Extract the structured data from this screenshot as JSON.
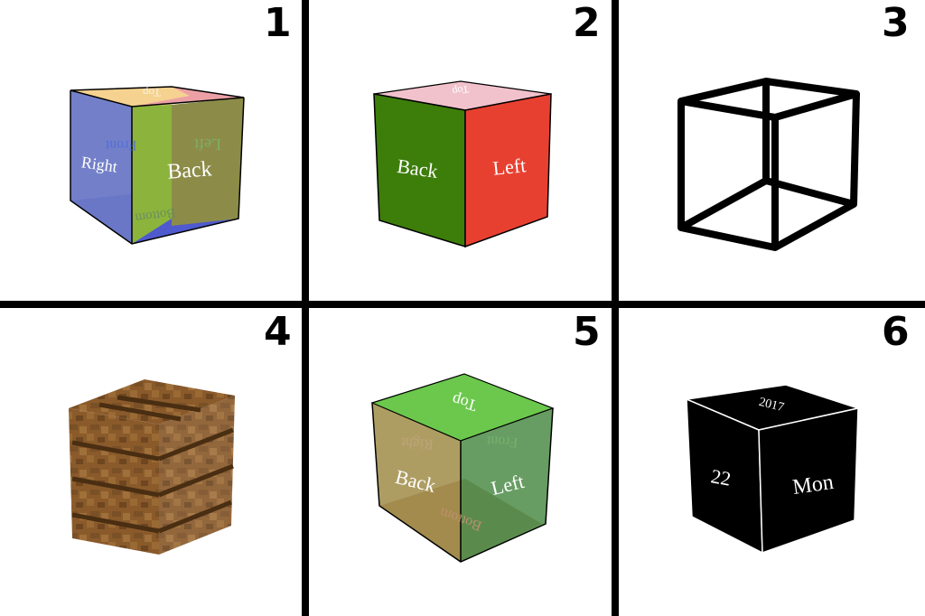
{
  "panels": [
    {
      "number": "1",
      "faces": {
        "top": "Top",
        "front": "Front",
        "right": "Right",
        "left": "Left",
        "back": "Back",
        "bottom": "Bottom"
      },
      "colors": {
        "top": "#f5d28f",
        "top_right": "#eca0a6",
        "right_face": "#6c79c6",
        "back_left": "#8cb43c",
        "back_right": "#8c8c48",
        "bottom": "#3c48c8"
      }
    },
    {
      "number": "2",
      "faces": {
        "top": "Top",
        "back": "Back",
        "left": "Left"
      },
      "colors": {
        "top": "#f2c2cc",
        "back": "#3d7d0a",
        "left": "#e84030"
      }
    },
    {
      "number": "3",
      "colors": {
        "edges": "#000000"
      }
    },
    {
      "number": "4",
      "colors": {
        "wood_light": "#8a5a2b",
        "wood_dark": "#5a3a1a"
      }
    },
    {
      "number": "5",
      "faces": {
        "top": "Top",
        "back": "Back",
        "left": "Left",
        "right": "Right",
        "front": "Front",
        "bottom": "Bottom"
      },
      "colors": {
        "top": "#6cc84c",
        "back": "#a08c48",
        "left": "#4c8c48",
        "bottom": "#a0704c"
      }
    },
    {
      "number": "6",
      "faces": {
        "top": "2017",
        "left": "22",
        "right": "Mon"
      },
      "colors": {
        "cube": "#000000",
        "edges": "#ffffff"
      }
    }
  ]
}
